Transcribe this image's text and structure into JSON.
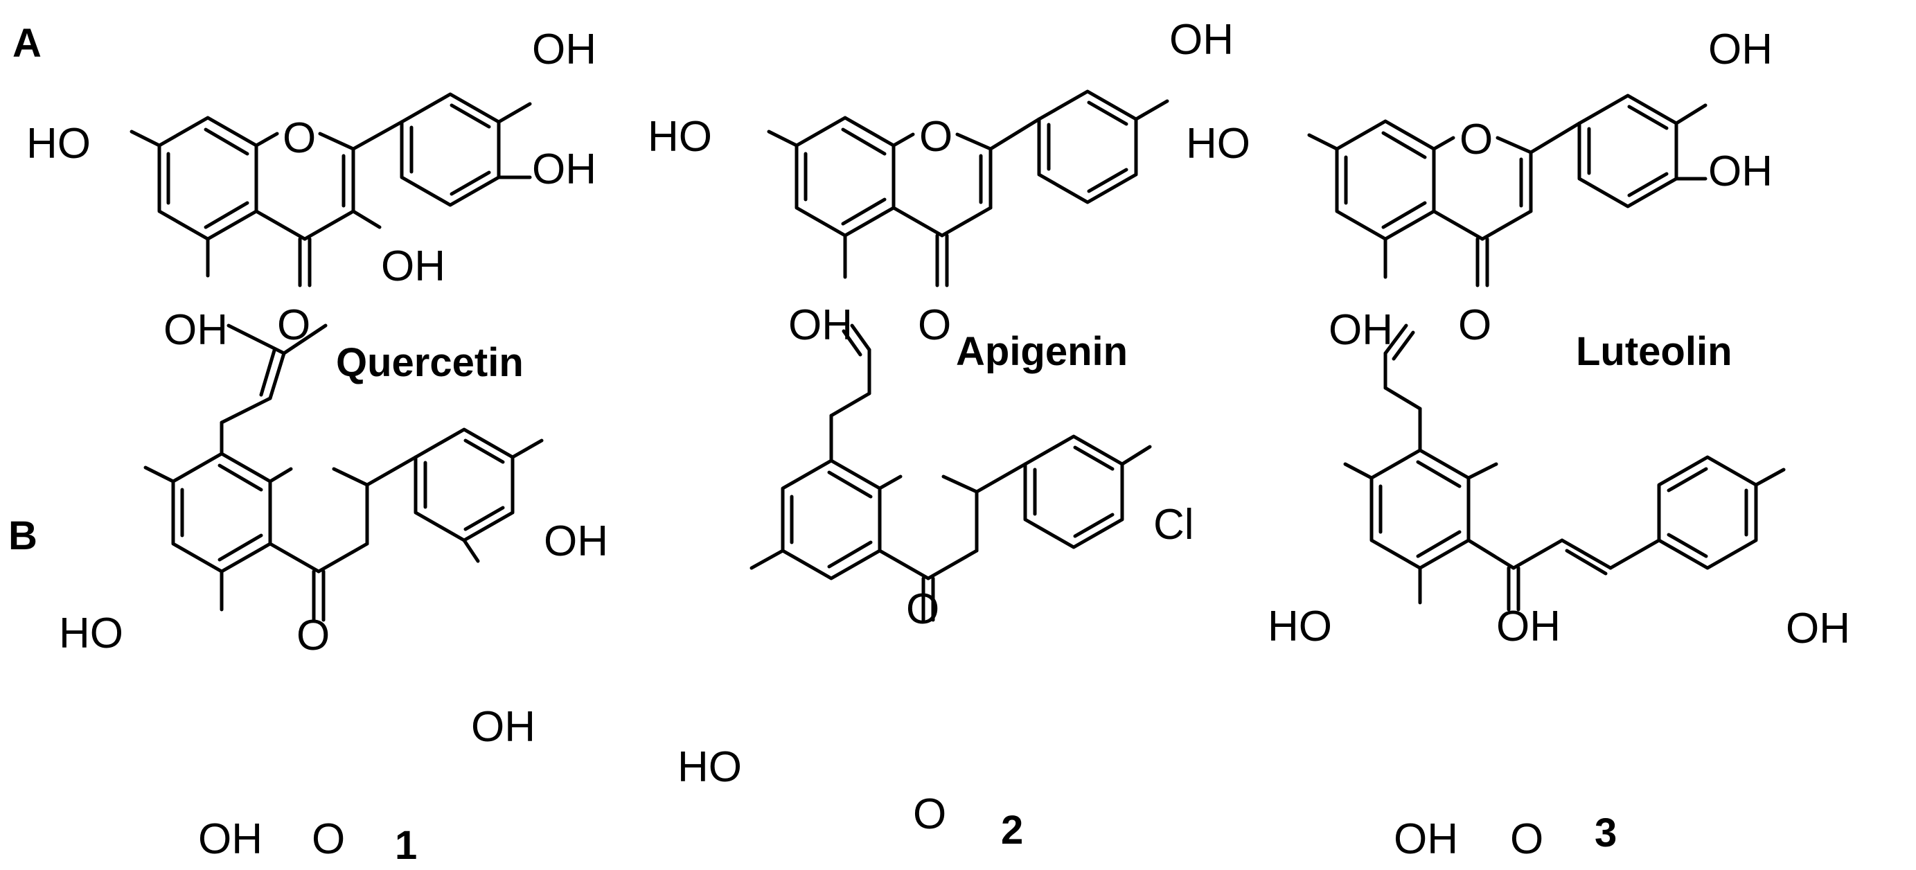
{
  "panels": [
    {
      "label": "A",
      "molecules": [
        {
          "name": "Quercetin",
          "atoms": [
            "OH",
            "OH",
            "HO",
            "O",
            "OH",
            "OH",
            "O"
          ]
        },
        {
          "name": "Apigenin",
          "atoms": [
            "OH",
            "HO",
            "O",
            "OH",
            "O"
          ]
        },
        {
          "name": "Luteolin",
          "atoms": [
            "OH",
            "OH",
            "HO",
            "O",
            "OH",
            "O"
          ]
        }
      ]
    },
    {
      "label": "B",
      "molecules": [
        {
          "name": "1",
          "atoms": [
            "OH",
            "HO",
            "O",
            "OH",
            "OH",
            "O"
          ]
        },
        {
          "name": "2",
          "atoms": [
            "Cl",
            "O",
            "HO",
            "O"
          ]
        },
        {
          "name": "3",
          "atoms": [
            "OH",
            "HO",
            "OH",
            "OH",
            "O"
          ]
        }
      ]
    }
  ],
  "colors": {
    "ink": "#000000",
    "background": "#ffffff"
  }
}
